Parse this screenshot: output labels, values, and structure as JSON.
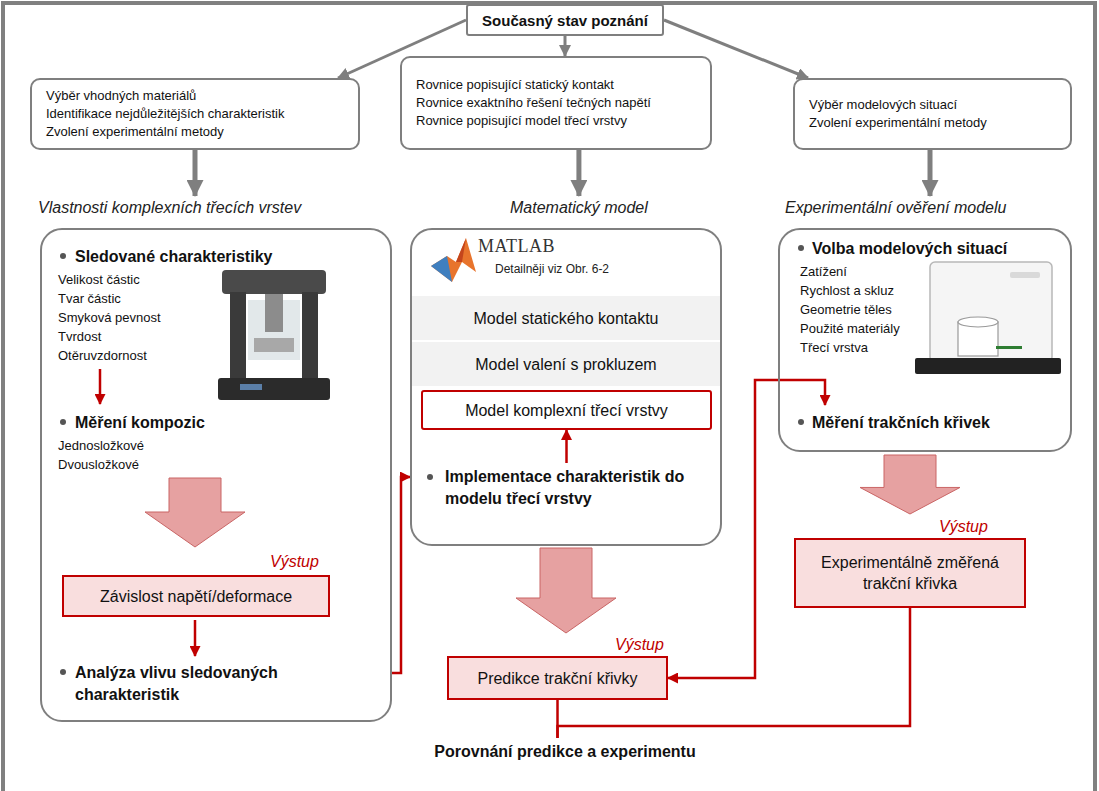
{
  "diagram": {
    "nodes": [
      {
        "text": [
          "Současný stav poznání"
        ]
      },
      {
        "text": [
          "Výběr vhodných materiálů",
          "Identifikace nejdůležitějších charakteristik",
          "Zvolení experimentální metody"
        ]
      },
      {
        "text": [
          "Rovnice popisující statický kontakt",
          "Rovnice exaktního řešení tečných napětí",
          "Rovnice popisující model třecí vrstvy"
        ]
      },
      {
        "text": [
          "Výběr modelových situací",
          "Zvolení experimentální metody"
        ]
      },
      {
        "text": [
          "Vlastnosti komplexních třecích vrstev",
          "Sledované charakteristiky",
          "Velikost částic",
          "Tvar částic",
          "Smyková pevnost",
          "Tvrdost",
          "Otěruvzdornost",
          "Měření kompozic",
          "Jednosložkové",
          "Dvousložkové",
          "Analýza vlivu sledovaných charakteristik"
        ]
      },
      {
        "text": [
          "Výstup",
          "Závislost napětí/deformace"
        ],
        "in": 4
      },
      {
        "text": [
          "Matematický model",
          "MATLAB",
          "Detailněji viz Obr. 6-2",
          "Implementace charakteristik do modelu třecí vrstvy"
        ]
      },
      {
        "text": [
          "Model statického kontaktu"
        ],
        "in": 6
      },
      {
        "text": [
          "Model valení s prokluzem"
        ],
        "in": 6
      },
      {
        "text": [
          "Model komplexní třecí vrstvy"
        ],
        "in": 6
      },
      {
        "text": [
          "Experimentální ověření modelu",
          "Volba modelových situací",
          "Zatížení",
          "Rychlost a skluz",
          "Geometrie těles",
          "Použité materiály",
          "Třecí vrstva",
          "Měření trakčních křivek"
        ]
      },
      {
        "text": [
          "Výstup",
          "Predikce trakční křivky"
        ]
      },
      {
        "text": [
          "Výstup",
          "Experimentálně změřená trakční křivka"
        ]
      },
      {
        "text": [
          "Porovnání predikce a experimentu"
        ]
      }
    ],
    "edges": [
      {
        "from": 0,
        "to": 1,
        "arrow": "to"
      },
      {
        "from": 0,
        "to": 2,
        "arrow": "to"
      },
      {
        "from": 0,
        "to": 3,
        "arrow": "to"
      },
      {
        "from": 1,
        "to": 4,
        "arrow": "to"
      },
      {
        "from": 2,
        "to": 6,
        "arrow": "to"
      },
      {
        "from": 3,
        "to": 10,
        "arrow": "to"
      },
      {
        "from": 4,
        "to": 6,
        "arrow": "to"
      },
      {
        "from": 6,
        "to": 9,
        "arrow": "to"
      },
      {
        "from": 6,
        "to": 11,
        "arrow": "to"
      },
      {
        "from": 10,
        "to": 11,
        "arrow": "to"
      },
      {
        "from": 10,
        "to": 12,
        "arrow": "to"
      },
      {
        "from": 11,
        "to": 13,
        "arrow": "none"
      },
      {
        "from": 12,
        "to": 13,
        "arrow": "none"
      }
    ]
  }
}
